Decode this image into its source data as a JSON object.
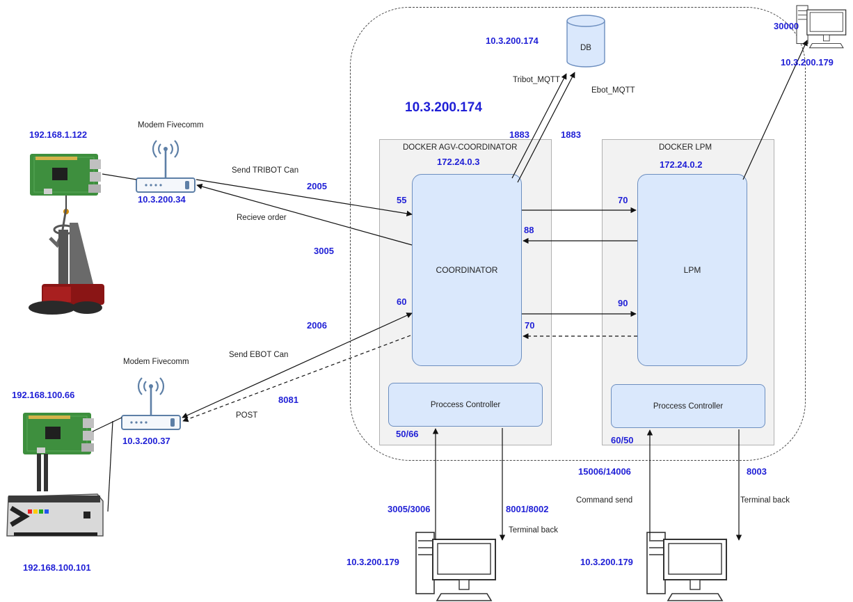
{
  "network": {
    "host_ip": "10.3.200.174",
    "db_ip": "10.3.200.174",
    "db_label": "DB",
    "top_right_port": "30000",
    "top_right_pc_ip": "10.3.200.179"
  },
  "tribot": {
    "rpi_ip": "192.168.1.122",
    "modem_label": "Modem Fivecomm",
    "modem_ip": "10.3.200.34",
    "send_label": "Send TRIBOT Can",
    "send_port": "2005",
    "recv_label": "Recieve order",
    "recv_port": "3005"
  },
  "ebot": {
    "rpi_ip": "192.168.100.66",
    "modem_label": "Modem Fivecomm",
    "modem_ip": "10.3.200.37",
    "send_label": "Send EBOT Can",
    "send_port": "2006",
    "post_label": "POST",
    "post_port": "8081",
    "robot_ip": "192.168.100.101"
  },
  "coordinator": {
    "docker_label": "DOCKER AGV-COORDINATOR",
    "docker_ip": "172.24.0.3",
    "name": "COORDINATOR",
    "port_in_tribot": "55",
    "port_in_ebot": "60",
    "port_88": "88",
    "port_70": "70",
    "mqtt_port_1": "1883",
    "mqtt_port_2": "1883",
    "tribot_mqtt": "Tribot_MQTT",
    "ebot_mqtt": "Ebot_MQTT",
    "pc_label": "Proccess Controller",
    "pc_ports": "50/66"
  },
  "lpm": {
    "docker_label": "DOCKER LPM",
    "docker_ip": "172.24.0.2",
    "name": "LPM",
    "port_70": "70",
    "port_90": "90",
    "pc_label": "Proccess Controller",
    "pc_ports": "60/50"
  },
  "bottom": {
    "left_cmd_ports": "3005/3006",
    "left_term_ports": "8001/8002",
    "left_term_label": "Terminal back",
    "left_pc_ip": "10.3.200.179",
    "right_cmd_ports": "15006/14006",
    "right_cmd_label": "Command send",
    "right_term_ports": "8003",
    "right_term_label": "Terminal back",
    "right_pc_ip": "10.3.200.179"
  },
  "colors": {
    "label_blue": "#1f1fd6",
    "box_fill": "#dae8fc",
    "box_border": "#6c8ebf",
    "docker_fill": "#f2f2f2"
  }
}
